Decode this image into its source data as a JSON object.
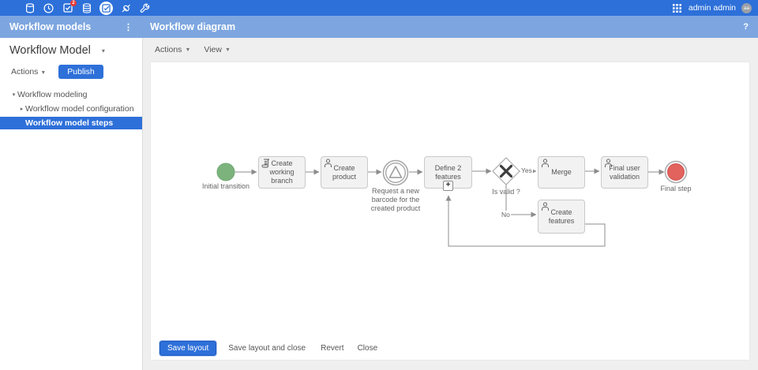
{
  "topbar": {
    "icons": [
      "database-icon",
      "clock-icon",
      "tasks-icon",
      "data-stack-icon",
      "workflow-check-icon",
      "plug-icon",
      "wrench-icon"
    ],
    "badge_count": "2",
    "user": "admin admin",
    "avatar_initials": "aa"
  },
  "secondary_bar": {
    "left_title": "Workflow models",
    "right_title": "Workflow diagram",
    "kebab": "⋮",
    "help": "?"
  },
  "sidebar": {
    "title": "Workflow Model",
    "actions_label": "Actions",
    "publish_label": "Publish",
    "tree": [
      {
        "label": "Workflow modeling",
        "caret": "▾"
      },
      {
        "label": "Workflow model configuration",
        "caret": "▸"
      },
      {
        "label": "Workflow model steps",
        "caret": ""
      }
    ]
  },
  "toolbar": {
    "actions_label": "Actions",
    "view_label": "View"
  },
  "diagram": {
    "nodes": {
      "start": {
        "type": "start-event",
        "label": "Initial transition"
      },
      "create_branch": {
        "type": "script-task",
        "label": "Create working branch"
      },
      "create_product": {
        "type": "user-task",
        "label": "Create product"
      },
      "signal": {
        "type": "signal-intermediate-event",
        "label": "Request a new barcode for the created product"
      },
      "define_features": {
        "type": "task",
        "label": "Define 2 features",
        "plus": "+"
      },
      "gateway": {
        "type": "exclusive-gateway",
        "label": "Is valid ?"
      },
      "merge": {
        "type": "user-task",
        "label": "Merge"
      },
      "final_validation": {
        "type": "user-task",
        "label": "Final user validation"
      },
      "create_features": {
        "type": "user-task",
        "label": "Create features"
      },
      "end": {
        "type": "end-event",
        "label": "Final step"
      }
    },
    "edge_labels": {
      "yes": "Yes",
      "no": "No"
    }
  },
  "footer": {
    "save_label": "Save layout",
    "save_close_label": "Save layout and close",
    "revert_label": "Revert",
    "close_label": "Close"
  },
  "colors": {
    "topbar_blue": "#2d70d9",
    "subbar_blue": "#7da6e0",
    "accent_blue": "#2e70d9",
    "start_green": "#7cb37d",
    "end_red": "#e2625d",
    "task_fill": "#f2f2f2",
    "task_border": "#c9c9c9",
    "edge_gray": "#8c8c8c",
    "badge_red": "#e53935"
  }
}
